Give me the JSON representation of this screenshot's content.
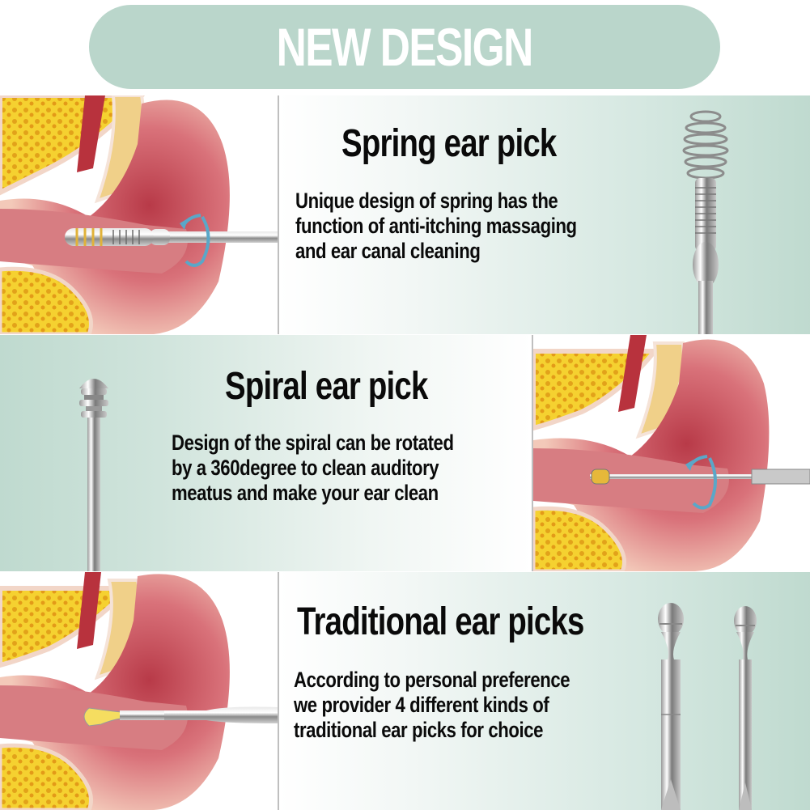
{
  "banner": {
    "title": "NEW DESIGN",
    "color": "#bad6cb"
  },
  "sections": [
    {
      "title": "Spring ear pick",
      "description_lines": [
        "Unique design of spring has the",
        "function  of anti-itching massaging",
        "and ear canal  cleaning"
      ],
      "illustration": "ear-with-spring-pick",
      "tool": "spring-ear-pick"
    },
    {
      "title": "Spiral ear pick",
      "description_lines": [
        "Design of the spiral can be rotated",
        "by  a 360degree to clean auditory",
        "meatus  and make your ear clean"
      ],
      "illustration": "ear-with-spiral-pick",
      "tool": "spiral-ear-pick"
    },
    {
      "title": "Traditional ear picks",
      "description_lines": [
        "According to personal preference",
        "we  provider 4 different kinds of",
        "traditional  ear picks for choice"
      ],
      "illustration": "ear-with-traditional-pick",
      "tool": "traditional-ear-picks"
    }
  ],
  "colors": {
    "accent": "#bad6cb",
    "text": "#0a0a0a",
    "rotate_arrow": "#5aa7c8"
  }
}
